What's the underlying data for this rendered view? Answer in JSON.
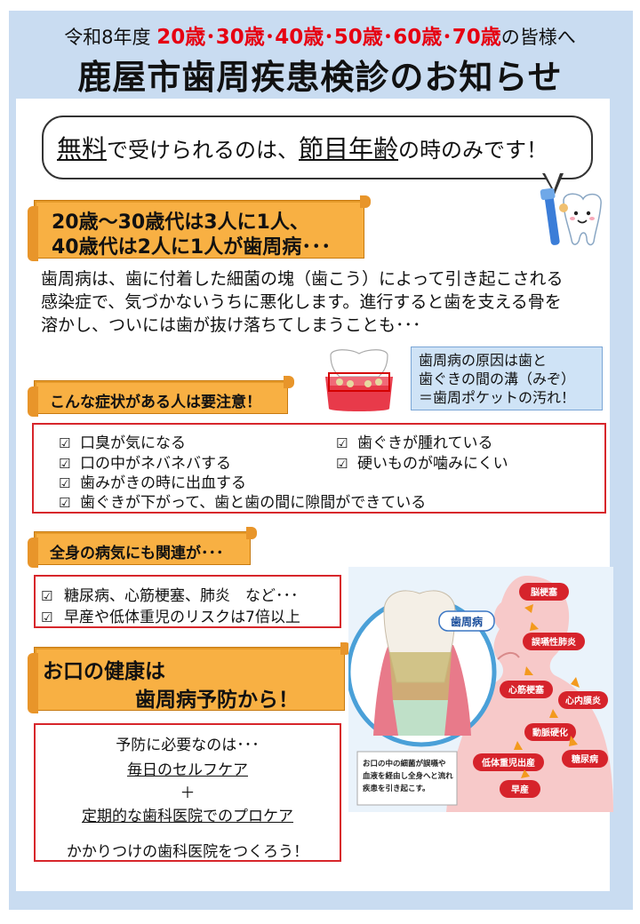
{
  "header": {
    "prefix": "令和8年度",
    "ages": "20歳･30歳･40歳･50歳･60歳･70歳",
    "suffix": "の皆様へ",
    "title": "鹿屋市歯周疾患検診のお知らせ"
  },
  "bubble": {
    "part1": "無料",
    "part2": "で受けられるのは、",
    "part3": "節目年齢",
    "part4": "の時のみです！"
  },
  "banner1": {
    "line1": "20歳～30歳代は3人に1人、",
    "line2": "40歳代は2人に1人が歯周病･･･"
  },
  "intro": {
    "line1": "歯周病は、歯に付着した細菌の塊（歯こう）によって引き起こされる",
    "line2": "感染症で、気づかないうちに悪化します。進行すると歯を支える骨を",
    "line3": "溶かし、ついには歯が抜け落ちてしまうことも･･･"
  },
  "cause": {
    "line1": "歯周病の原因は歯と",
    "line2": "歯ぐきの間の溝（みぞ）",
    "line3": "＝歯周ポケットの汚れ！"
  },
  "symptoms": {
    "heading": "こんな症状がある人は要注意！",
    "items": [
      "口臭が気になる",
      "歯ぐきが腫れている",
      "口の中がネバネバする",
      "硬いものが噛みにくい",
      "歯みがきの時に出血する",
      "歯ぐきが下がって、歯と歯の間に隙間ができている"
    ]
  },
  "related": {
    "heading": "全身の病気にも関連が･･･",
    "items": [
      "糖尿病、心筋梗塞、肺炎　など･･･",
      "早産や低体重児のリスクは7倍以上"
    ]
  },
  "prevention": {
    "heading1": "お口の健康は",
    "heading2": "歯周病予防から！",
    "lines": [
      "予防に必要なのは･･･",
      "毎日のセルフケア",
      "＋",
      "定期的な歯科医院でのプロケア",
      "かかりつけの歯科医院をつくろう！"
    ]
  },
  "illustration": {
    "label_perio": "歯周病",
    "diseases": [
      "脳梗塞",
      "誤嚥性肺炎",
      "心筋梗塞",
      "心内膜炎",
      "動脈硬化",
      "低体重児出産",
      "糖尿病",
      "早産"
    ],
    "note1": "お口の中の細菌が誤嚥や",
    "note2": "血液を経由し全身へと流れ",
    "note3": "疾患を引き起こす。"
  },
  "colors": {
    "frame": "#c9dcf1",
    "accent_red": "#e60012",
    "banner": "#f8b043",
    "box_border": "#d7262b",
    "cause_bg": "#cfe3f6"
  }
}
